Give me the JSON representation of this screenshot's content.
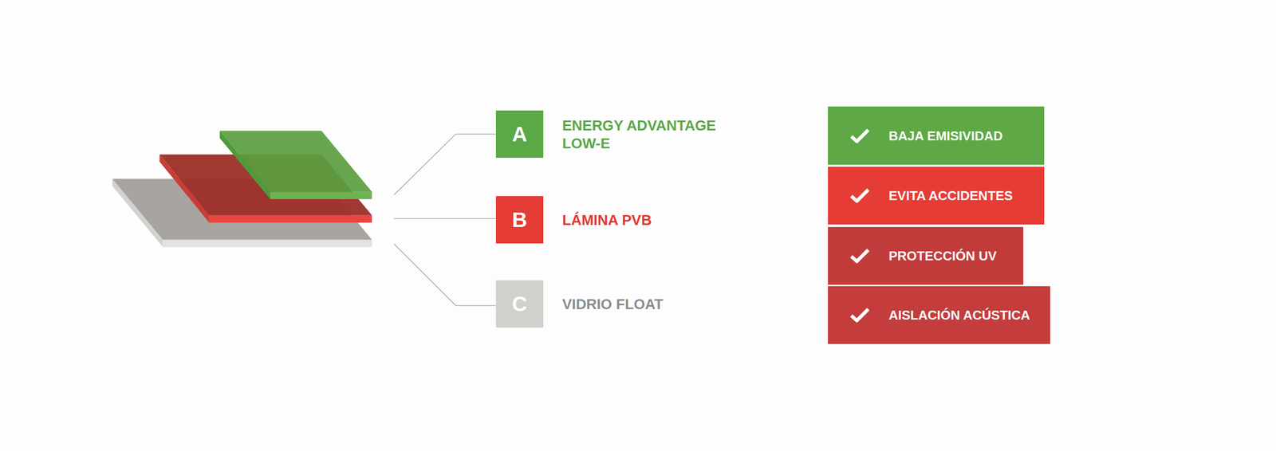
{
  "diagram": {
    "nodes": [
      {
        "text": [
          "A",
          "ENERGY ADVANTAGE LOW-E"
        ]
      },
      {
        "text": [
          "B",
          "LÁMINA PVB"
        ]
      },
      {
        "text": [
          "C",
          "VIDRIO FLOAT"
        ]
      },
      {
        "text": [
          "BAJA EMISIVIDAD"
        ]
      },
      {
        "text": [
          "EVITA ACCIDENTES"
        ]
      },
      {
        "text": [
          "PROTECCIÓN UV"
        ]
      },
      {
        "text": [
          "AISLACIÓN ACÚSTICA"
        ]
      }
    ]
  }
}
